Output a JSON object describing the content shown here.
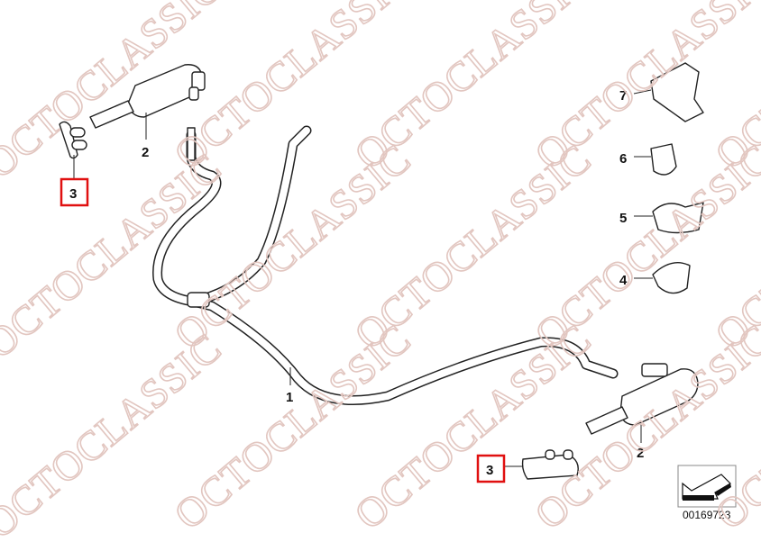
{
  "watermark": "OCTOCLASSIC",
  "diagram_code": "00169723",
  "colors": {
    "highlight_box": "#e01010",
    "watermark": "#e2c6c0"
  },
  "callouts": {
    "hose": "1",
    "pump_left": "2",
    "pump_right": "2",
    "cap_left": "3",
    "cap_right": "3",
    "clip_7": "7",
    "clip_6": "6",
    "clip_5": "5",
    "clip_4": "4"
  }
}
